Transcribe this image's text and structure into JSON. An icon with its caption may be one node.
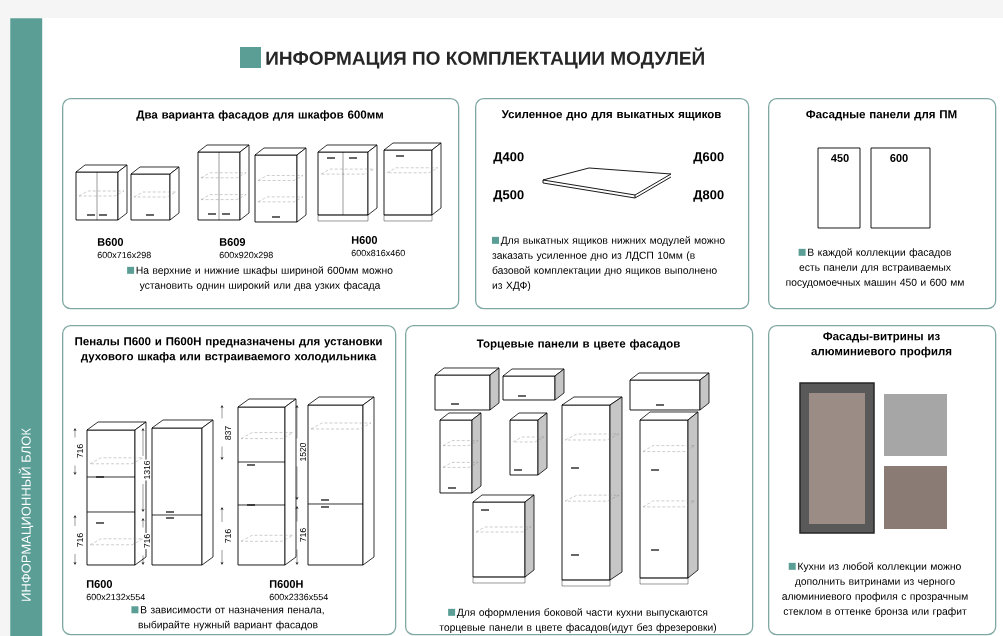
{
  "diagram": {
    "title": "ИНФОРМАЦИЯ ПО КОМПЛЕКТАЦИИ МОДУЛЕЙ",
    "nodes": [
      {
        "text": [
          "ИНФОРМАЦИОННЫЙ БЛОК"
        ]
      },
      {
        "text": [
          "Два варианта фасадов для шкафов 600мм",
          "На верхние и нижние шкафы шириной 600мм можно установить однин широкий или два узких фасада"
        ]
      },
      {
        "text": [
          "Усиленное дно для выкатных ящиков",
          "Для выкатных ящиков нижних модулей можно заказать усиленное дно из ЛДСП 10мм (в базовой комплектации дно ящиков выполнено из ХДФ)"
        ]
      },
      {
        "text": [
          "Фасадные панели для ПМ",
          "В каждой коллекции фасадов есть панели для встраиваемых посудомоечных машин 450 и 600 мм"
        ]
      },
      {
        "text": [
          "Пеналы П600 и П600Н предназначены для установки духового шкафа или встраиваемого холодильника",
          "В зависимости от назначения пенала, выбирайте нужный вариант фасадов"
        ]
      },
      {
        "text": [
          "Торцевые панели в цвете фасадов",
          "Для оформления боковой части кухни выпускаются торцевые панели в цвете фасадов(идут без фрезеровки)"
        ]
      },
      {
        "text": [
          "Фасады-витрины из алюминиевого профиля",
          "Кухни из любой коллекции можно дополнить витринами из черного алюминиевого профиля с прозрачным стеклом в оттенке бронза или графит"
        ]
      }
    ],
    "labels": [
      "В600",
      "600x716x298",
      "В609",
      "600x920x298",
      "Н600",
      "600x816x460",
      "Д400",
      "Д600",
      "Д500",
      "Д800",
      "450",
      "600",
      "716",
      "716",
      "1316",
      "716",
      "837",
      "716",
      "1520",
      "716",
      "П600",
      "600x2132x554",
      "П600Н",
      "600x2336x554"
    ]
  }
}
